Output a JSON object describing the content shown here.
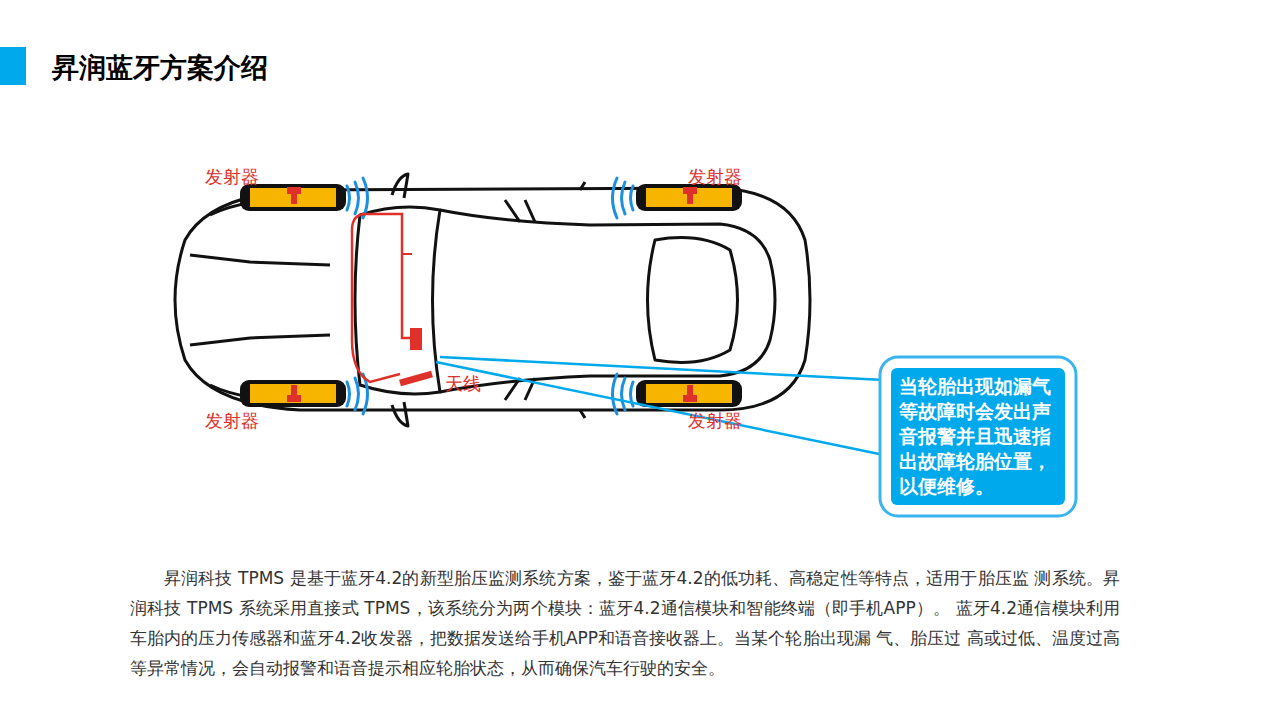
{
  "diagram": {
    "title": "昇润蓝牙方案介绍",
    "caption": "昇润科技 TPMS 是基于蓝牙4.2的新型胎压监测系统方案，鉴于蓝牙4.2的低功耗、高稳定性等特点，适用于胎压监 测系统。昇润科技 TPMS 系统采用直接式 TPMS，该系统分为两个模块：蓝牙4.2通信模块和智能终端（即手机APP）。 蓝牙4.2通信模块利用车胎内的压力传感器和蓝牙4.2收发器，把数据发送给手机APP和语音接收器上。当某个轮胎出现漏 气、胎压过 高或过低、温度过高等异常情况，会自动报警和语音提示相应轮胎状态，从而确保汽车行驶的安全。",
    "nodes": [
      {
        "text": [
          "当轮胎出现如漏气 等故障时会发出声 音报警并且迅速指 出故障轮胎位置， 以便维修。"
        ]
      }
    ],
    "labels": [
      "发射器",
      "发射器",
      "天线",
      "发射器",
      "发射器"
    ]
  }
}
